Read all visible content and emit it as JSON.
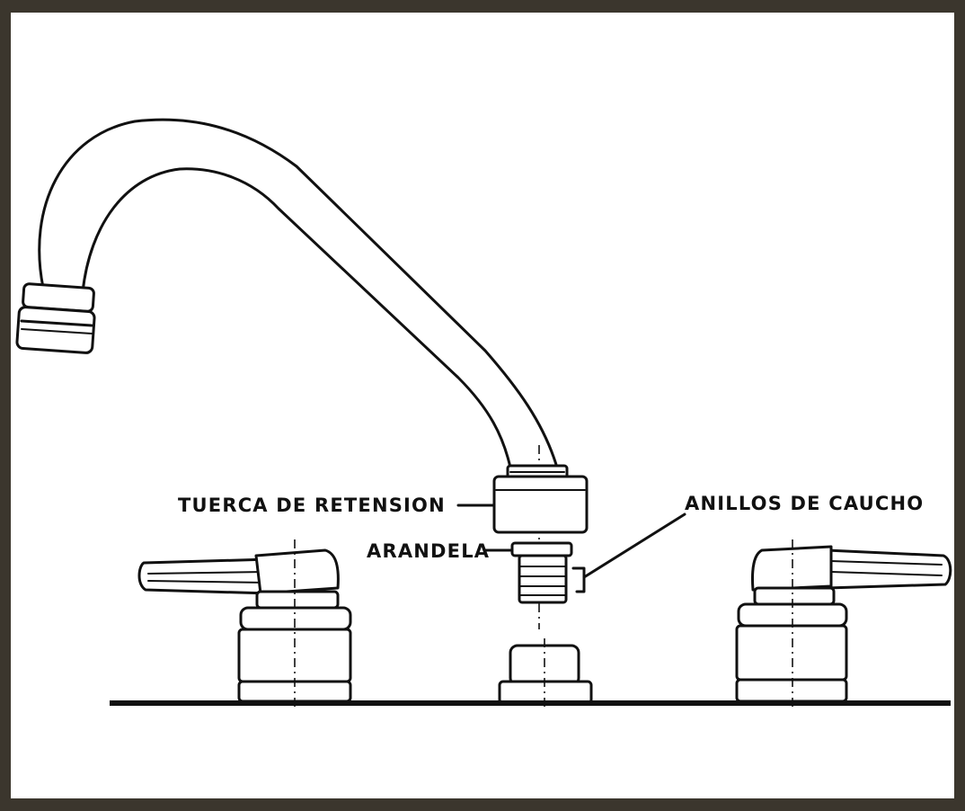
{
  "labels": {
    "retaining_nut": "TUERCA DE RETENSION",
    "washer": "ARANDELA",
    "rubber_rings": "ANILLOS DE CAUCHO"
  },
  "colors": {
    "frame": "#3b362d",
    "paper": "#ffffff",
    "ink": "#111111"
  }
}
